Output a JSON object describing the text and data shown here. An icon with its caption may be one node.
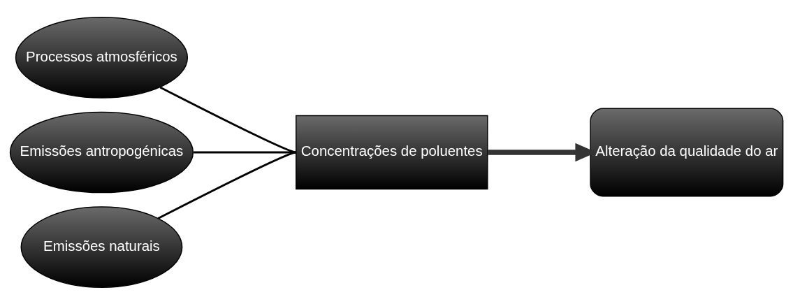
{
  "diagram": {
    "nodes": [
      {
        "text": [
          "Processos atmosféricos"
        ]
      },
      {
        "text": [
          "Emissões antropogénicas"
        ]
      },
      {
        "text": [
          "Emissões naturais"
        ]
      },
      {
        "text": [
          "Concentrações de poluentes"
        ]
      },
      {
        "text": [
          "Alteração da qualidade do ar"
        ]
      }
    ],
    "edges": [
      {
        "from": 0,
        "to": 3,
        "arrow": "none"
      },
      {
        "from": 1,
        "to": 3,
        "arrow": "none"
      },
      {
        "from": 2,
        "to": 3,
        "arrow": "none"
      },
      {
        "from": 3,
        "to": 4,
        "arrow": "to",
        "style": "thick"
      }
    ]
  }
}
